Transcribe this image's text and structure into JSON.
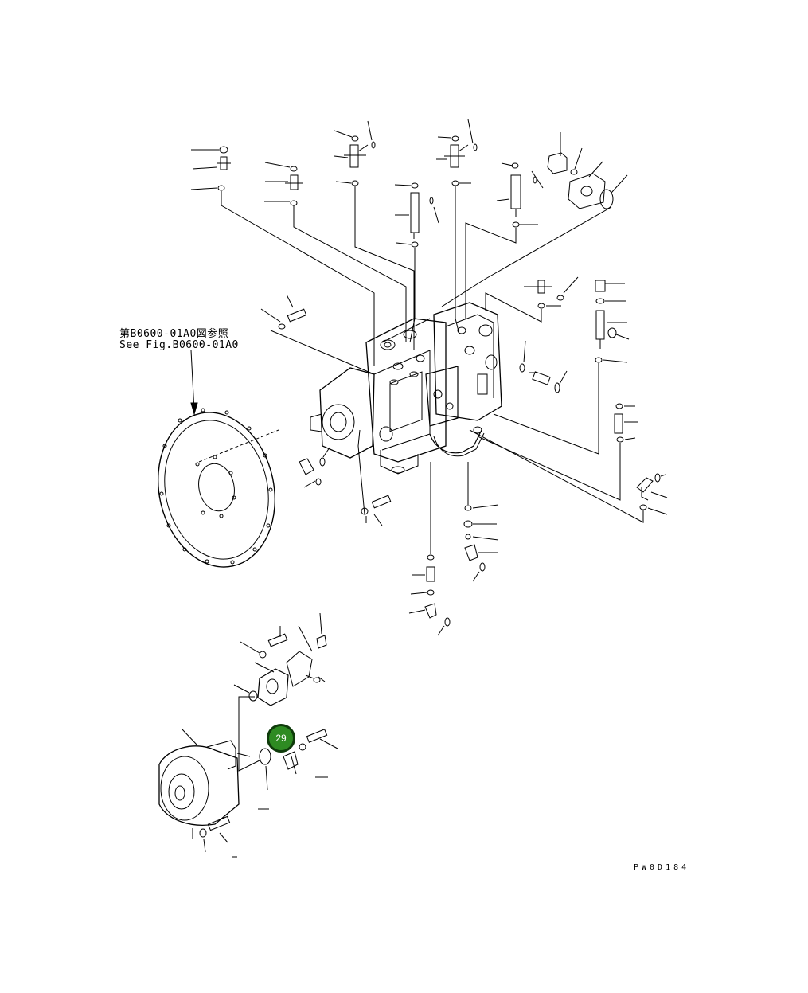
{
  "diagram": {
    "reference_note": {
      "japanese": "第B0600-01A0図参照",
      "english": "See Fig.B0600-01A0"
    },
    "drawing_id": "PW0D184",
    "callouts": [
      {
        "number": "29",
        "color": "#2e8b22",
        "border_color": "#0f3b0b"
      }
    ],
    "line_color": "#000000",
    "background": "#ffffff"
  }
}
